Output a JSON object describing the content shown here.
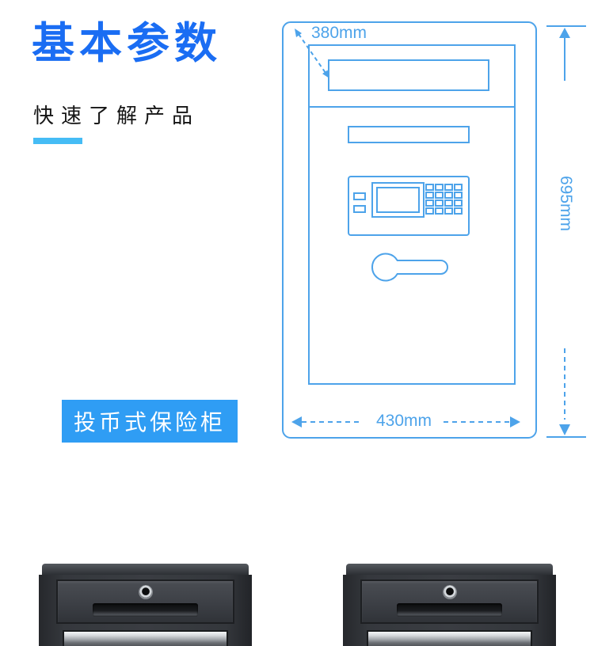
{
  "header": {
    "title": "基本参数",
    "subtitle": "快速了解产品"
  },
  "badge": {
    "label": "投币式保险柜"
  },
  "diagram": {
    "dimensions": {
      "top_width": "380mm",
      "bottom_width": "430mm",
      "height": "695mm"
    }
  },
  "colors": {
    "title_blue": "#1a6df3",
    "accent_cyan": "#45bcf5",
    "badge_blue": "#2f9df4",
    "diagram_line_blue": "#4da3ea"
  }
}
